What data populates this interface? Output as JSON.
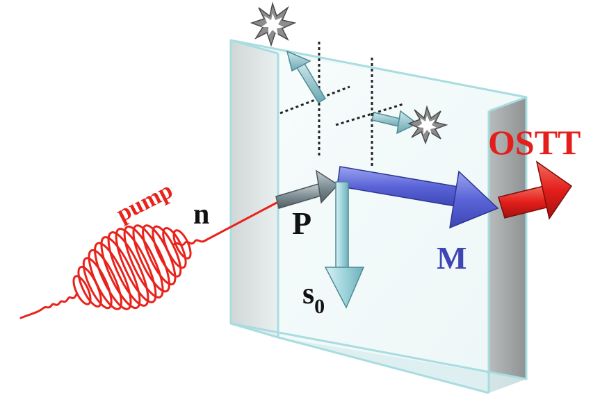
{
  "labels": {
    "pump": "pump",
    "n": "n",
    "P": "P",
    "M": "M",
    "s": "s",
    "s_sub": "0",
    "OSTT": "OSTT"
  },
  "colors": {
    "pump": "#e8231c",
    "ostt": "#e41e1b",
    "magnetization": "#5a64d8",
    "spin": "#9fd4dc",
    "polarization": "#7f8f95",
    "slab_edge": "#b7e3e5",
    "text": "#111111"
  },
  "icons": [
    "spark-icon",
    "spark-icon"
  ]
}
